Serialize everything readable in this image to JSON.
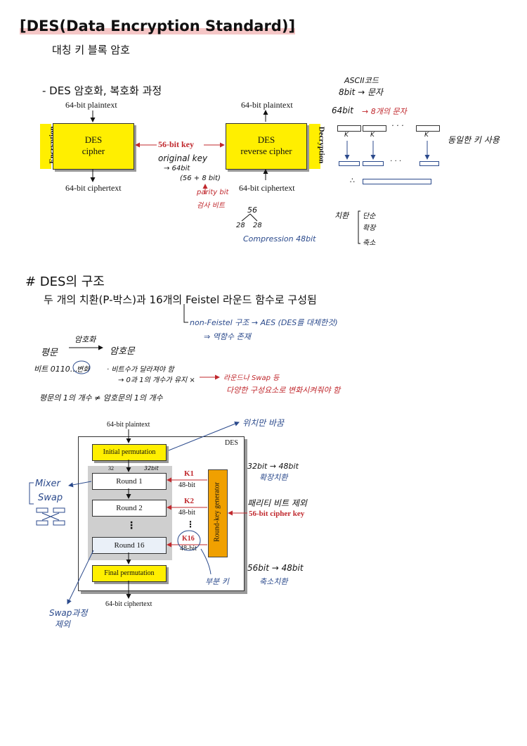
{
  "title": "[DES(Data Encryption Standard)]",
  "subtitle": "대칭 키 블록 암호",
  "section1": {
    "heading": "- DES 암호화, 복호화 과정",
    "diagram": {
      "enc_side": "Encryption",
      "dec_side": "Decryption",
      "enc_plain": "64-bit plaintext",
      "enc_cipher": "64-bit ciphertext",
      "cipher_title": "DES",
      "cipher_sub": "cipher",
      "rev_title": "DES",
      "rev_sub": "reverse cipher",
      "dec_plain": "64-bit plaintext",
      "dec_cipher": "64-bit ciphertext",
      "key": "56-bit key"
    },
    "notes": {
      "original_key": "original key",
      "arrow_64bit": "→ 64bit",
      "calc": "(56 + 8 bit)",
      "parity": "parity bit",
      "check": "검사 비트",
      "n56": "56",
      "n28a": "28",
      "n28b": "28",
      "compression": "Compression  48bit",
      "ascii": "ASCII코드",
      "ascii_map": "8bit → 문자",
      "bits64": "64bit",
      "chars8": "→ 8개의 문자",
      "same_key": "동일한 키 사용",
      "k": "K",
      "dots": "· · ·",
      "therefore": "∴",
      "subst": "치환",
      "simple": "단순",
      "expand": "확장",
      "reduce": "축소"
    }
  },
  "section2": {
    "heading": "# DES의 구조",
    "desc": "두 개의 치환(P-박스)과 16개의 Feistel 라운드 함수로 구성됨",
    "nonfeistel": "non-Feistel 구조  → AES (DES를 대체한것)",
    "inverse": "⇒ 역함수 존재",
    "plain": "평문",
    "encrypt": "암호화",
    "cipher": "암호문",
    "bits": "비트 0110…",
    "change": "변화",
    "note1": "· 비트수가 달라져야 함",
    "note2": "→ 0과 1의 개수가 유지 ×",
    "note3": "라운드나 Swap 등",
    "note4": "다양한 구성요소로 변화시켜줘야 함",
    "note5": "평문의 1의 개수 ≠ 암호문의 1의 개수"
  },
  "des_diagram": {
    "plaintext": "64-bit plaintext",
    "des": "DES",
    "initial": "Initial permutation",
    "r1": "Round 1",
    "r2": "Round 2",
    "r16": "Round 16",
    "final": "Final permutation",
    "ciphertext": "64-bit ciphertext",
    "keygen": "Round-key generator",
    "k1": "K1",
    "k2": "K2",
    "k16": "K16",
    "b48": "48-bit",
    "cipherkey": "56-bit cipher key",
    "n32a": "32",
    "n32b": "32bit",
    "vdots": "⋮"
  },
  "des_notes": {
    "position": "위치만 바꿈",
    "mixer": "Mixer",
    "swap": "Swap",
    "expand": "32bit → 48bit",
    "expand_kr": "확장치환",
    "parity_rm": "패리티 비트 제외",
    "reduce": "56bit → 48bit",
    "reduce_kr": "축소치환",
    "subkey": "부분 키",
    "swap_rm1": "Swap과정",
    "swap_rm2": "제외"
  }
}
